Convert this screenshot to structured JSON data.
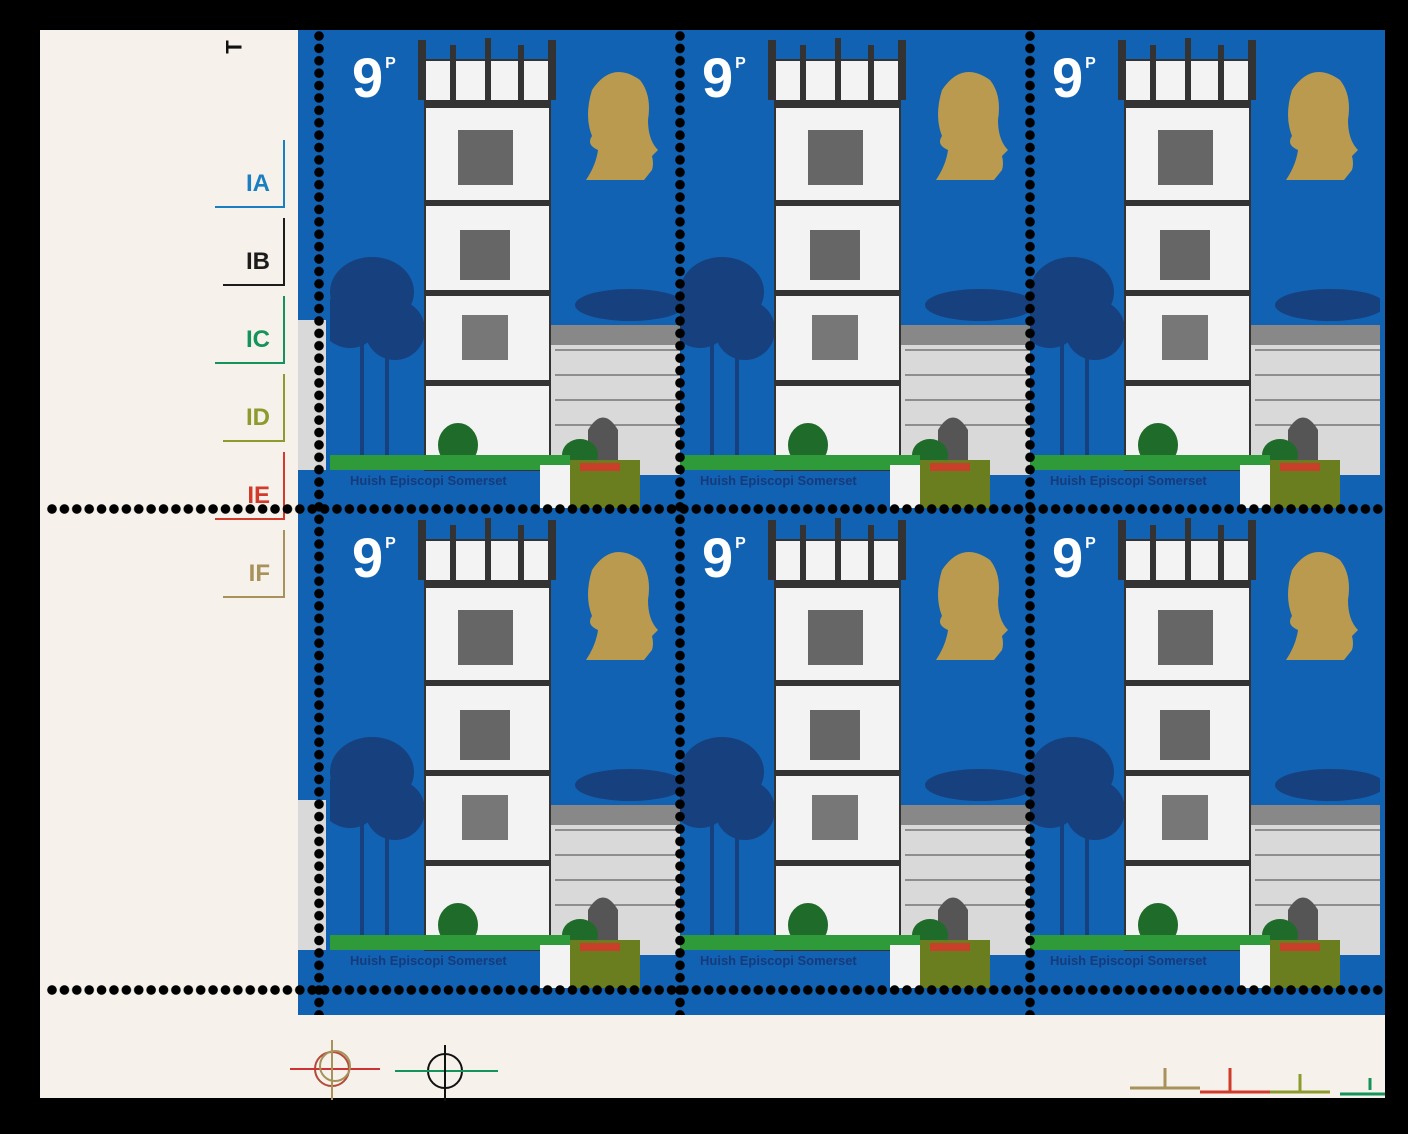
{
  "stamp": {
    "denomination": "9",
    "unit": "P",
    "caption": "Huish Episcopi Somerset",
    "count": 6
  },
  "margin": {
    "row_mark": "T",
    "cylinders": [
      {
        "label": "IA",
        "color": "#1a7fc0"
      },
      {
        "label": "IB",
        "color": "#1c1c1c"
      },
      {
        "label": "IC",
        "color": "#14935a"
      },
      {
        "label": "ID",
        "color": "#8c9a2e"
      },
      {
        "label": "IE",
        "color": "#d23a2c"
      },
      {
        "label": "IF",
        "color": "#a6925a"
      }
    ]
  },
  "colors": {
    "sky": "#1162b3",
    "gold": "#b99a4e",
    "grass": "#2f9a3a",
    "paper": "#f6f1ea"
  }
}
